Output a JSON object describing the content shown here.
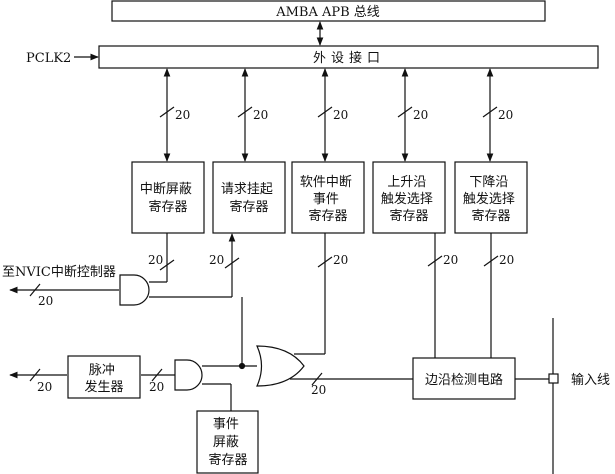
{
  "labels": {
    "amba_bus": "AMBA APB 总线",
    "pclk": "PCLK2",
    "peripheral_interface": "外设接口",
    "to_nvic": "至NVIC中断控制器",
    "input_line": "输入线",
    "width": "20"
  },
  "registers": {
    "interrupt_mask": [
      "中断屏蔽",
      "寄存器"
    ],
    "pending_request": [
      "请求挂起",
      "寄存器"
    ],
    "software_interrupt_event": [
      "软件中断",
      "事件",
      "寄存器"
    ],
    "rising_edge_trigger": [
      "上升沿",
      "触发选择",
      "寄存器"
    ],
    "falling_edge_trigger": [
      "下降沿",
      "触发选择",
      "寄存器"
    ],
    "event_mask": [
      "事件",
      "屏蔽",
      "寄存器"
    ]
  },
  "blocks": {
    "pulse_generator": [
      "脉冲",
      "发生器"
    ],
    "edge_detect": "边沿检测电路"
  }
}
